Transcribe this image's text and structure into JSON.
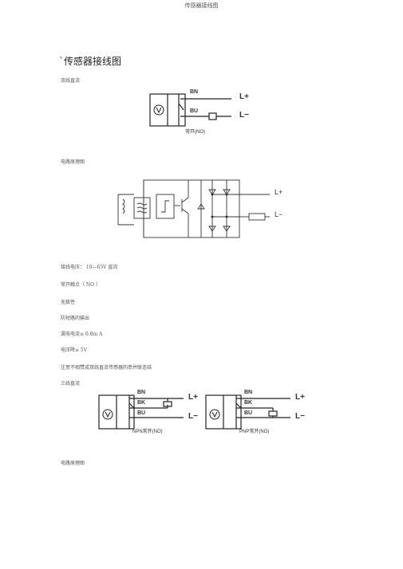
{
  "header": "传感器接线图",
  "title": "`传感器接线图",
  "sections": {
    "two_wire_dc": "双线直流",
    "circuit_principle_1": "电路原理图",
    "wiring_voltage": "接线电压： 10—65V 直流",
    "normally_open": "常开触点（ NO ）",
    "no_polarity": "无极性",
    "short_circuit_protection": "防短路的输出",
    "leakage_current": "漏电电流≤ 0.8m A",
    "voltage_drop": "电压降≤ 5V",
    "note": "注意不相赞成双线直流传感器的串并联连结",
    "three_wire_dc": "三线直流",
    "circuit_principle_2": "电路原理图"
  },
  "diagram1": {
    "bn": "BN",
    "bu": "BU",
    "l_plus": "L+",
    "l_minus": "L−",
    "caption": "常开(NO)"
  },
  "circuit": {
    "l_plus": "L+",
    "l_minus": "L−"
  },
  "diagram3": {
    "left": {
      "bn": "BN",
      "bk": "BK",
      "bu": "BU",
      "l_plus": "L+",
      "l_minus": "L−",
      "caption": "NPN常开(NO)"
    },
    "right": {
      "bn": "BN",
      "bk": "BK",
      "bu": "BU",
      "l_plus": "L+",
      "l_minus": "L−",
      "caption": "PNP常开(NO)"
    }
  }
}
